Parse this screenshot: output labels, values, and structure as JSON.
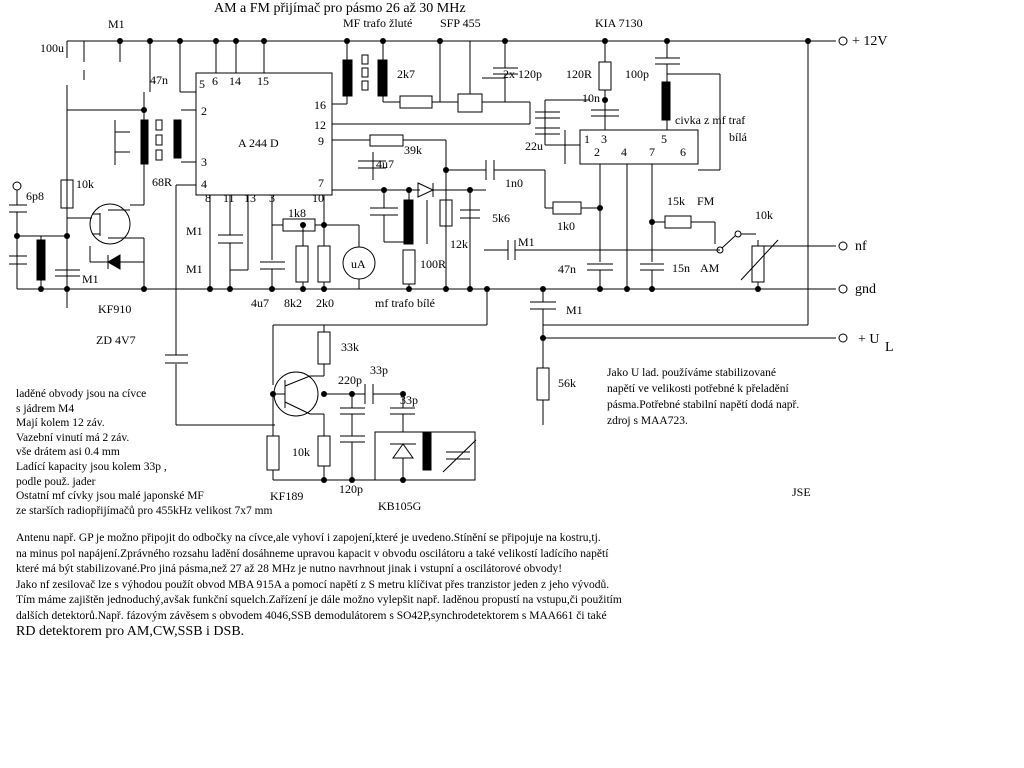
{
  "title": "AM a FM přijímač pro pásmo 26 až 30 MHz",
  "labels": {
    "m1_top": "M1",
    "mf_trafo_zlute": "MF trafo žluté",
    "sfp455": "SFP 455",
    "kia7130": "KIA 7130",
    "c100u": "100u",
    "c47n_top": "47n",
    "c2x120p": "2x 120p",
    "r120R": "120R",
    "c100p": "100p",
    "r2k7": "2k7",
    "c10n": "10n",
    "c22u": "22u",
    "civka": "civka z mf traf",
    "bila": "bílá",
    "c6p8": "6p8",
    "r10k_left": "10k",
    "r68R": "68R",
    "ic_name": "A 244 D",
    "c4u7_mid": "4u7",
    "r39k": "39k",
    "c1n0": "1n0",
    "r1k0": "1k0",
    "r15k": "15k",
    "fm": "FM",
    "r10k_pot": "10k",
    "nf": "nf",
    "r1k8": "1k8",
    "c5k6": "5k6",
    "r12k": "12k",
    "cM1_mid": "M1",
    "c47n_bot": "47n",
    "c15n": "15n",
    "am": "AM",
    "gnd": "gnd",
    "plus12v": "+ 12V",
    "ul": "+ U",
    "ul_sub": "L",
    "m1_a": "M1",
    "m1_b": "M1",
    "m1_c": "M1",
    "kf910": "KF910",
    "c4u7_bot": "4u7",
    "r8k2": "8k2",
    "r2k0": "2k0",
    "r100R": "100R",
    "mf_trafo_bile": "mf trafo bílé",
    "cM1_right": "M1",
    "zd": "ZD 4V7",
    "r33k": "33k",
    "c220p": "220p",
    "c33p_a": "33p",
    "c33p_b": "33p",
    "r56k": "56k",
    "r10k_bot": "10k",
    "kf189": "KF189",
    "c120p": "120p",
    "kb105g": "KB105G",
    "ua": "uA",
    "pins": [
      "5",
      "6",
      "14",
      "15",
      "2",
      "16",
      "12",
      "9",
      "3",
      "4",
      "8",
      "11",
      "13",
      "3",
      "10",
      "7",
      "1",
      "3",
      "5",
      "2",
      "4",
      "7",
      "6"
    ]
  },
  "notes_left": [
    "laděné obvody jsou na cívce",
    "s jádrem M4",
    "Mají kolem 12 záv.",
    "Vazební vinutí má 2 záv.",
    "vše drátem asi 0.4 mm",
    "Ladící kapacity jsou kolem 33p ,",
    "podle použ. jader",
    "Ostatní mf cívky jsou malé japonské MF",
    "ze starších radiopřijímačů pro 455kHz velikost 7x7 mm"
  ],
  "notes_right": [
    "Jako U lad. používáme stabilizované",
    "napětí ve velikosti potřebné k přeladění",
    "pásma.Potřebné stabilní napětí dodá např.",
    "zdroj s MAA723."
  ],
  "notes_bottom": [
    "Antenu např. GP je možno připojit do odbočky na cívce,ale vyhoví i zapojení,které je uvedeno.Stínění se připojuje na kostru,tj.",
    "na minus pol napájení.Zprávného rozsahu ladění dosáhneme upravou kapacit v obvodu oscilátoru a také velikostí ladícího napětí",
    "které má být stabilizované.Pro jiná pásma,než 27 až 28 MHz je nutno navrhnout jinak i vstupní a oscilátorové obvody!",
    "Jako nf zesilovač lze s výhodou použít obvod MBA 915A a pomocí napětí z S metru klíčivat přes tranzistor jeden z jeho vývodů.",
    "Tím máme zajištěn jednoduchý,avšak funkční squelch.Zařízení je dále možno vylepšit např. laděnou propustí na vstupu,či použitím",
    "dalších detektorů.Např. fázovým závěsem s obvodem 4046,SSB demodulátorem s SO42P,synchrodetektorem s MAA661 či také",
    "RD detektorem pro AM,CW,SSB i DSB."
  ],
  "signature": "JSE"
}
